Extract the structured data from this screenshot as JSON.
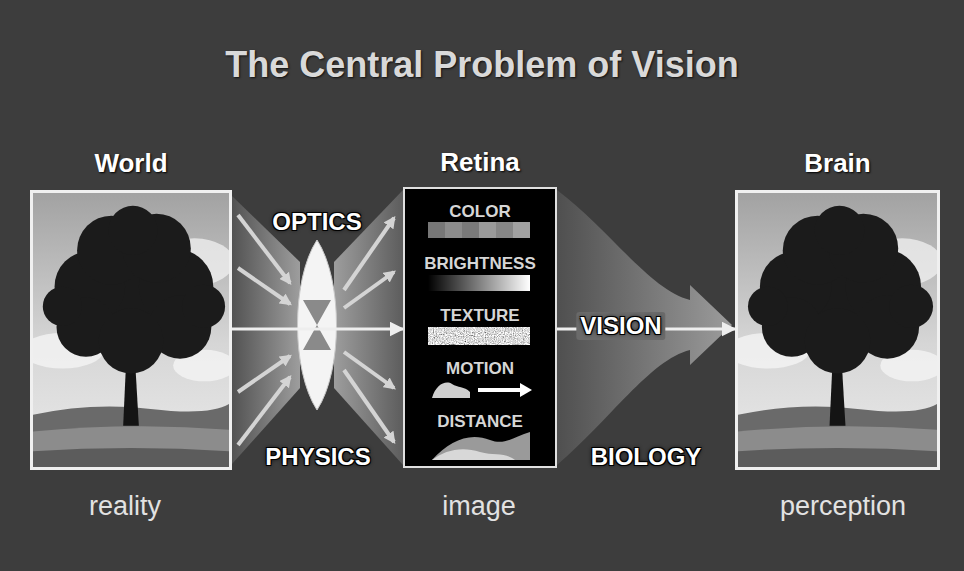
{
  "diagram": {
    "title": "The Central Problem of Vision",
    "nodes": [
      {
        "text": [
          "World"
        ]
      },
      {
        "text": [
          "Retina",
          "COLOR",
          "BRIGHTNESS",
          "TEXTURE",
          "MOTION",
          "DISTANCE"
        ]
      },
      {
        "text": [
          "Brain"
        ]
      }
    ],
    "edges": [
      {
        "from": 0,
        "to": 1,
        "label": "OPTICS",
        "arrow": "to"
      },
      {
        "from": 1,
        "to": 2,
        "label": "VISION",
        "arrow": "to"
      }
    ],
    "labels": [
      "PHYSICS",
      "BIOLOGY",
      "reality",
      "image",
      "perception"
    ]
  }
}
